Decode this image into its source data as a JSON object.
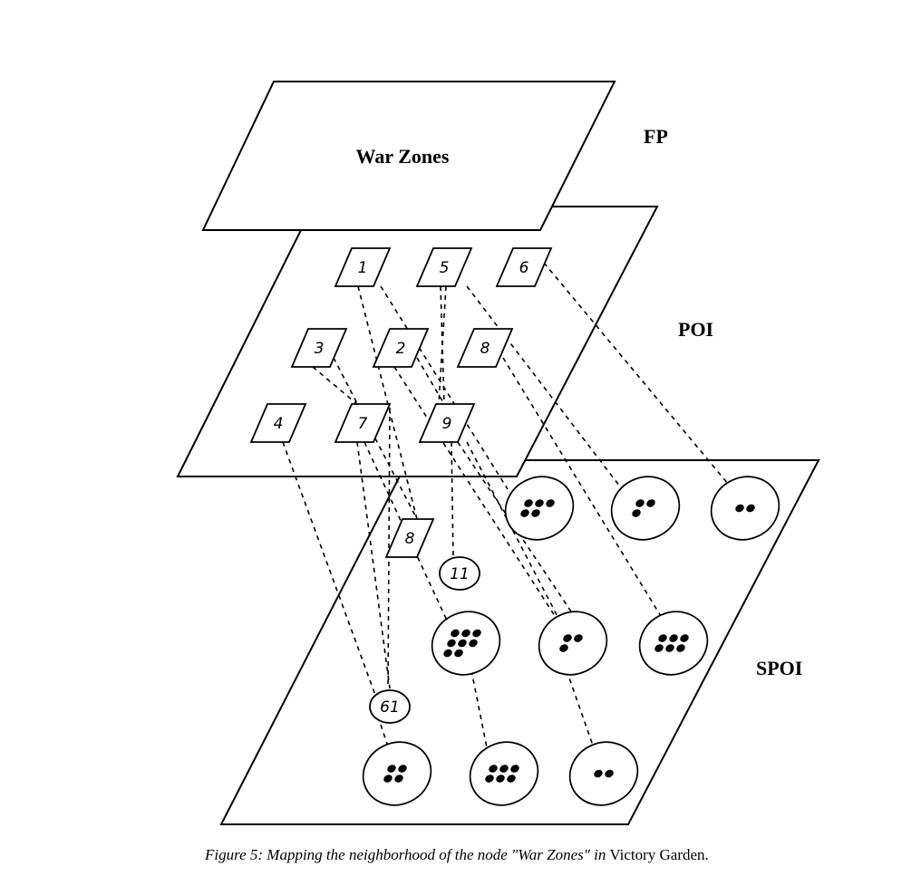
{
  "figure": {
    "layers": [
      {
        "id": "FP",
        "label": "FP",
        "content": "War Zones"
      },
      {
        "id": "POI",
        "label": "POI"
      },
      {
        "id": "SPOI",
        "label": "SPOI"
      }
    ],
    "poi_nodes": [
      "1",
      "5",
      "6",
      "3",
      "2",
      "8",
      "4",
      "7",
      "9"
    ],
    "spoi_labeled_nodes": [
      "8",
      "11",
      "61"
    ],
    "clusters": [
      {
        "row": 1,
        "col": 1,
        "dots": 5
      },
      {
        "row": 1,
        "col": 2,
        "dots": 3
      },
      {
        "row": 1,
        "col": 3,
        "dots": 2
      },
      {
        "row": 2,
        "col": 1,
        "dots": 8
      },
      {
        "row": 2,
        "col": 2,
        "dots": 3
      },
      {
        "row": 2,
        "col": 3,
        "dots": 6
      },
      {
        "row": 3,
        "col": 1,
        "dots": 4
      },
      {
        "row": 3,
        "col": 2,
        "dots": 6
      },
      {
        "row": 3,
        "col": 3,
        "dots": 2
      }
    ]
  },
  "caption": {
    "italic": "Figure 5: Mapping the neighborhood of the node \"War Zones\" in",
    "roman": " Victory Garden."
  }
}
